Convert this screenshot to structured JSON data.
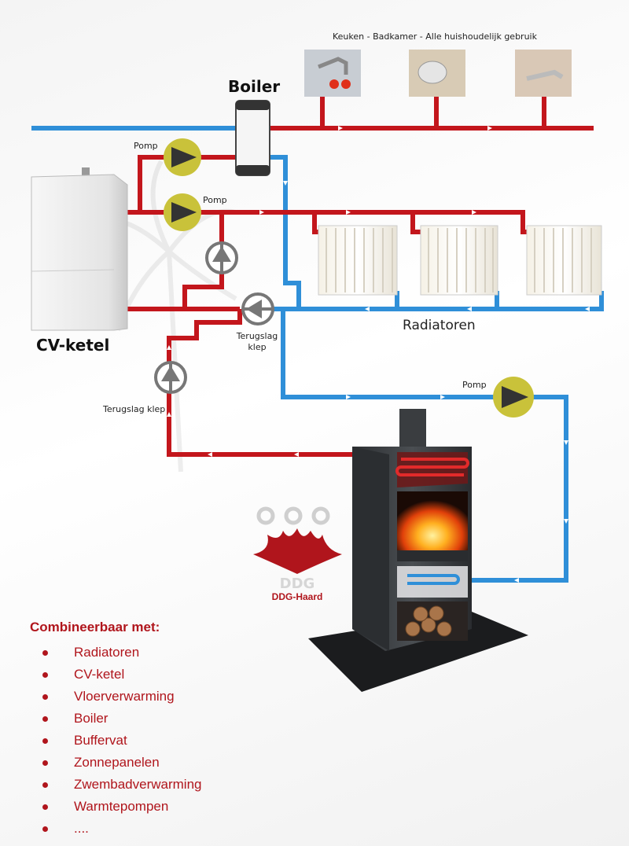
{
  "labels": {
    "usage_title": "Keuken - Badkamer - Alle huishoudelijk gebruik",
    "boiler": "Boiler",
    "pomp_1": "Pomp",
    "pomp_2": "Pomp",
    "pomp_3": "Pomp",
    "cv_ketel": "CV-ketel",
    "radiatoren": "Radiatoren",
    "terugslag_klep_1": "Terugslag klep",
    "terugslag_klep_2": "Terugslag\nklep",
    "brand": "DDG-Haard",
    "logo_text": "DDG"
  },
  "legend": {
    "title": "Combineerbaar met:",
    "items": [
      "Radiatoren",
      "CV-ketel",
      "Vloerverwarming",
      "Boiler",
      "Buffervat",
      "Zonnepanelen",
      "Zwembadverwarming",
      "Warmtepompen",
      "...."
    ]
  },
  "colors": {
    "hot_pipe": "#c3161c",
    "cold_pipe": "#2f8fd8",
    "pump_fill": "#c9c23a",
    "brand_red": "#b0151c",
    "stove": "#3a3d40"
  }
}
